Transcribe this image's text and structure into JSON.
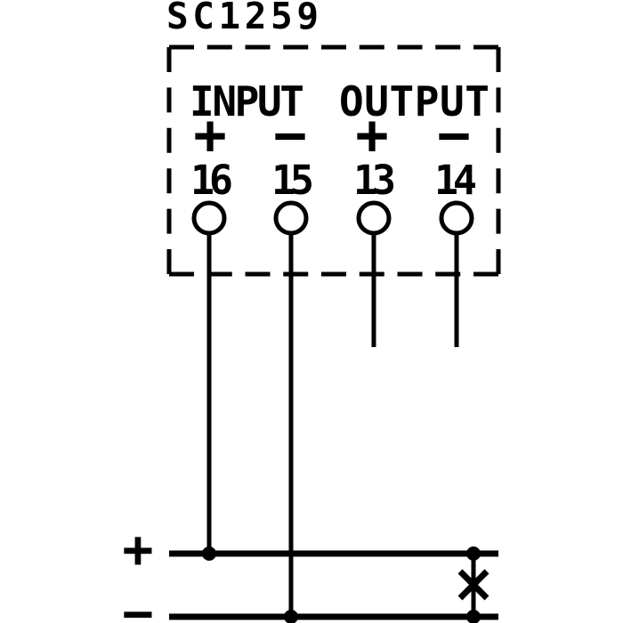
{
  "diagram": {
    "title": "SC1259",
    "device_box": {
      "input_label": "INPUT",
      "output_label": "OUTPUT"
    },
    "terminals": [
      {
        "number": "16",
        "polarity": "+",
        "section": "INPUT"
      },
      {
        "number": "15",
        "polarity": "−",
        "section": "INPUT"
      },
      {
        "number": "13",
        "polarity": "+",
        "section": "OUTPUT"
      },
      {
        "number": "14",
        "polarity": "−",
        "section": "OUTPUT"
      }
    ],
    "supply_bus": {
      "positive_label": "+",
      "negative_label": "−"
    },
    "icons": {
      "terminal": "open-circle",
      "junction": "filled-dot",
      "load_marker": "x-mark"
    },
    "colors": {
      "line": "#000000",
      "background": "#ffffff"
    }
  }
}
